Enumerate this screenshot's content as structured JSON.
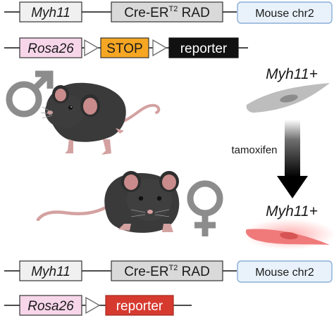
{
  "top_construct_1": {
    "gene_label": "Myh11",
    "cre_label": "Cre-ER",
    "cre_superscript": "T2",
    "cre_suffix": " RAD",
    "locus_label": "Mouse chr2"
  },
  "top_construct_2": {
    "locus_label": "Rosa26",
    "stop_label": "STOP",
    "reporter_label": "reporter"
  },
  "right_panel": {
    "top_cell_label": "Myh11+",
    "arrow_label": "tamoxifen",
    "bottom_cell_label": "Myh11+"
  },
  "bottom_construct_1": {
    "gene_label": "Myh11",
    "cre_label": "Cre-ER",
    "cre_superscript": "T2",
    "cre_suffix": " RAD",
    "locus_label": "Mouse chr2"
  },
  "bottom_construct_2": {
    "locus_label": "Rosa26",
    "reporter_label": "reporter"
  },
  "icons": {
    "male": "male-symbol",
    "female": "female-symbol"
  },
  "colors": {
    "myh11_box": "#f0f0f0",
    "cre_box": "#d9d9d9",
    "chr_box": "#e9f2fb",
    "chr_border": "#8aaed8",
    "rosa_box": "#f7d6ea",
    "stop_box": "#f5a623",
    "reporter_black": "#111111",
    "reporter_red": "#d63a2f",
    "symbol_gray": "#8c8c8c",
    "cell_gray": "#bdbdbd",
    "cell_red": "#f07a7a"
  }
}
